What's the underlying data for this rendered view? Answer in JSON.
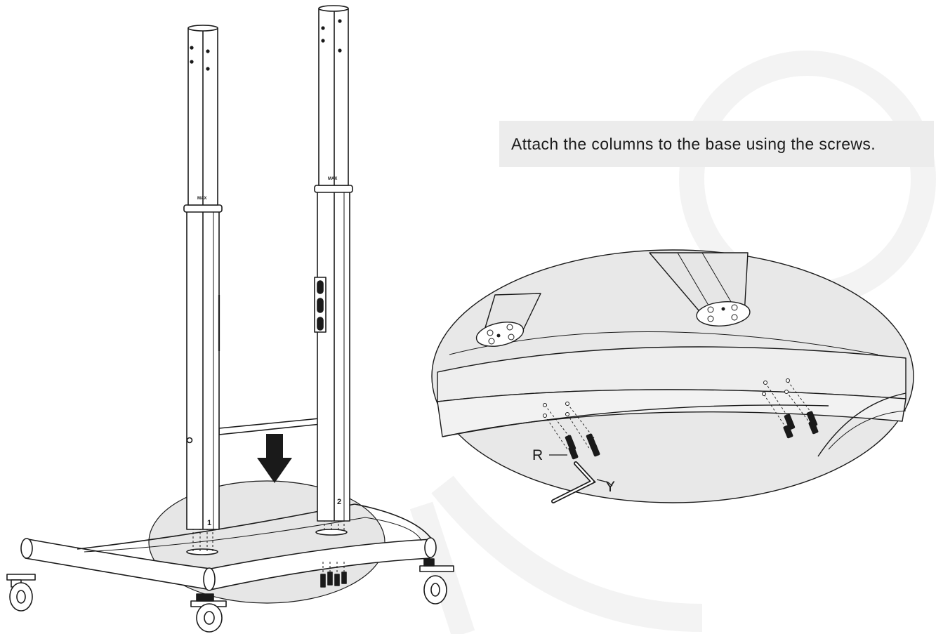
{
  "instruction": "Attach the columns to the base using the screws.",
  "labels": {
    "screw": "R",
    "wrench": "Y",
    "column_1": "1",
    "column_2": "2",
    "column_badge": "MAX"
  },
  "colors": {
    "stroke": "#1a1a1a",
    "callout_fill": "#e8e8e8",
    "instruction_bg": "#ececec",
    "decor_ring": "#f3f3f3"
  },
  "icons": [
    "down-arrow-icon",
    "allen-wrench-icon",
    "screw-icon",
    "caster-wheel-icon"
  ]
}
